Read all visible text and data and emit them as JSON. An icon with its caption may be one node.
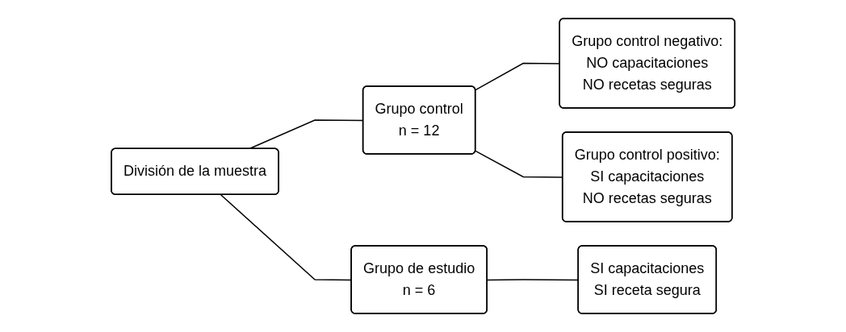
{
  "diagram": {
    "nodes": [
      {
        "text": [
          "División de la muestra"
        ]
      },
      {
        "text": [
          "Grupo control",
          "n = 12"
        ]
      },
      {
        "text": [
          "Grupo de estudio",
          "n = 6"
        ]
      },
      {
        "text": [
          "Grupo control negativo:",
          "NO capacitaciones",
          "NO recetas seguras"
        ]
      },
      {
        "text": [
          "Grupo control positivo:",
          "SI capacitaciones",
          "NO recetas seguras"
        ]
      },
      {
        "text": [
          "SI capacitaciones",
          "SI receta segura"
        ]
      }
    ],
    "edges": [
      {
        "from": 0,
        "to": 1,
        "arrow": "none"
      },
      {
        "from": 0,
        "to": 2,
        "arrow": "none"
      },
      {
        "from": 1,
        "to": 3,
        "arrow": "none"
      },
      {
        "from": 1,
        "to": 4,
        "arrow": "none"
      },
      {
        "from": 2,
        "to": 5,
        "arrow": "none"
      }
    ]
  }
}
